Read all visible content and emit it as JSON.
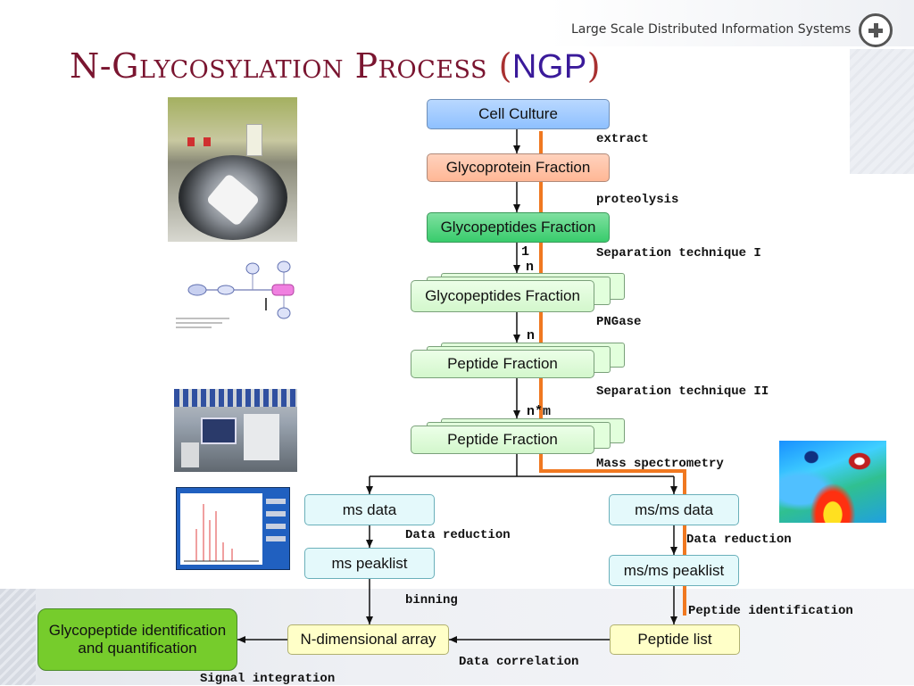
{
  "header": {
    "org": "Large Scale Distributed Information Systems"
  },
  "title": {
    "main": "N-Glycosylation Process",
    "open_paren": "(",
    "abbr": "NGP",
    "close_paren": ")"
  },
  "nodes": {
    "cell_culture": "Cell Culture",
    "glycoprotein_fraction": "Glycoprotein Fraction",
    "glycopeptides_fraction": "Glycopeptides Fraction",
    "glycopeptides_fraction_stack": "Glycopeptides Fraction",
    "peptide_fraction_1": "Peptide Fraction",
    "peptide_fraction_2": "Peptide Fraction",
    "ms_data": "ms data",
    "msms_data": "ms/ms data",
    "ms_peaklist": "ms peaklist",
    "msms_peaklist": "ms/ms peaklist",
    "n_dimensional_array": "N-dimensional array",
    "peptide_list": "Peptide list",
    "glycopeptide_id_line1": "Glycopeptide identification",
    "glycopeptide_id_line2": "and quantification"
  },
  "steps": {
    "extract": "extract",
    "proteolysis": "proteolysis",
    "separation_1": "Separation technique I",
    "pngase": "PNGase",
    "separation_2": "Separation technique II",
    "mass_spec": "Mass spectrometry",
    "data_reduction_left": "Data reduction",
    "data_reduction_right": "Data reduction",
    "binning": "binning",
    "peptide_identification": "Peptide identification",
    "data_correlation": "Data correlation",
    "signal_integration": "Signal integration"
  },
  "multiplicity": {
    "one": "1",
    "n_top": "n",
    "n_mid": "n",
    "n_times_m": "n*m"
  },
  "colors": {
    "orange_line": "#f07820",
    "title": "#7a1530",
    "abbr": "#3a1a9a"
  }
}
